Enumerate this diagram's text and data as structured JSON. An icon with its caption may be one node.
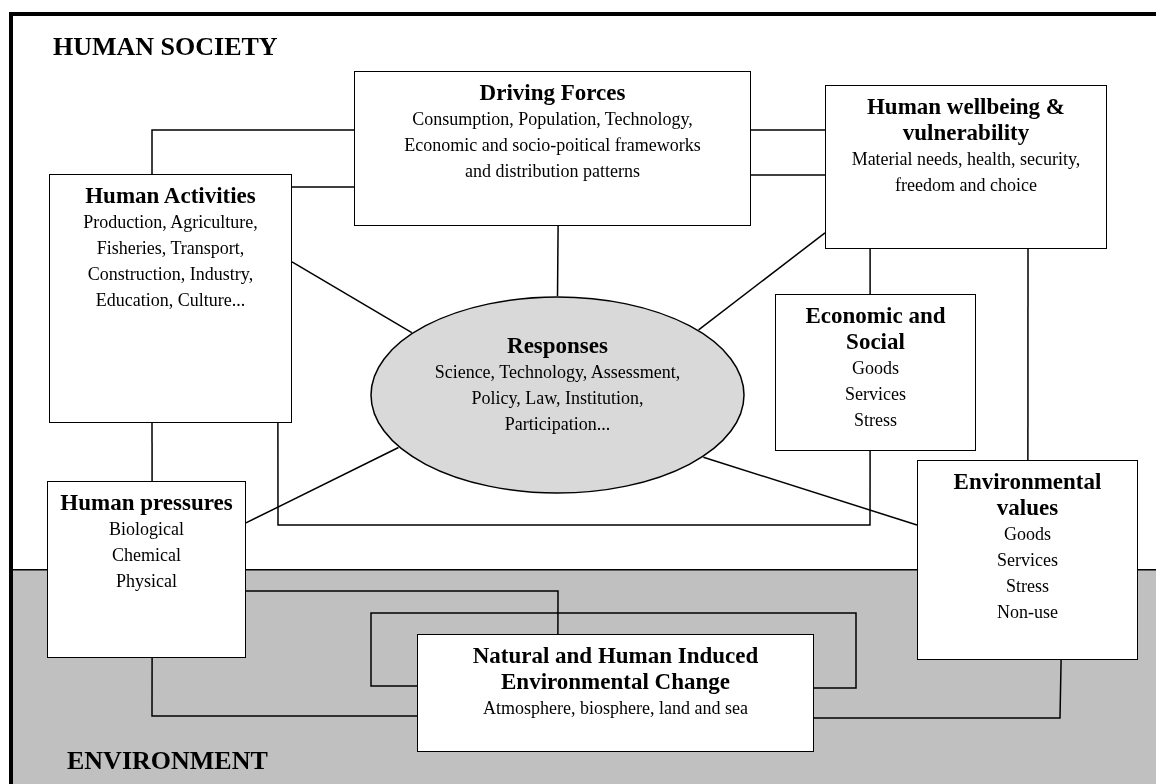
{
  "diagram": {
    "nodes": [
      {
        "text": [
          "HUMAN SOCIETY"
        ]
      },
      {
        "text": [
          "Driving Forces",
          "Consumption, Population, Technology, Economic and socio-poitical frameworks and distribution patterns"
        ],
        "in": 0
      },
      {
        "text": [
          "Human wellbeing & vulnerability",
          "Material needs, health, security, freedom and choice"
        ],
        "in": 0
      },
      {
        "text": [
          "Human Activities",
          "Production, Agriculture, Fisheries, Transport, Construction, Industry, Education, Culture..."
        ],
        "in": 0
      },
      {
        "text": [
          "Responses",
          "Science, Technology, Assessment, Policy, Law, Institution, Participation..."
        ],
        "in": 0
      },
      {
        "text": [
          "Economic and Social",
          "Goods Services Stress"
        ],
        "in": 0
      },
      {
        "text": [
          "Human pressures",
          "Biological Chemical Physical"
        ]
      },
      {
        "text": [
          "Environmental values",
          "Goods Services Stress Non-use"
        ]
      },
      {
        "text": [
          "ENVIRONMENT"
        ]
      },
      {
        "text": [
          "Natural and Human Induced Environmental Change",
          "Atmosphere, biosphere, land and sea"
        ],
        "in": 8
      }
    ],
    "edges": [
      {
        "from": 3,
        "to": 1,
        "arrow": "none"
      },
      {
        "from": 3,
        "to": 1,
        "arrow": "none"
      },
      {
        "from": 1,
        "to": 2,
        "arrow": "none"
      },
      {
        "from": 1,
        "to": 2,
        "arrow": "none"
      },
      {
        "from": 1,
        "to": 4,
        "arrow": "none"
      },
      {
        "from": 3,
        "to": 4,
        "arrow": "none"
      },
      {
        "from": 2,
        "to": 4,
        "arrow": "none"
      },
      {
        "from": 2,
        "to": 5,
        "arrow": "none"
      },
      {
        "from": 2,
        "to": 7,
        "arrow": "none"
      },
      {
        "from": 3,
        "to": 6,
        "arrow": "none"
      },
      {
        "from": 3,
        "to": 5,
        "arrow": "none"
      },
      {
        "from": 4,
        "to": 6,
        "arrow": "none"
      },
      {
        "from": 4,
        "to": 7,
        "arrow": "none"
      },
      {
        "from": 6,
        "to": 9,
        "arrow": "none"
      },
      {
        "from": 9,
        "to": 9,
        "arrow": "none"
      },
      {
        "from": 6,
        "to": 9,
        "arrow": "none"
      },
      {
        "from": 7,
        "to": 9,
        "arrow": "none"
      }
    ]
  }
}
